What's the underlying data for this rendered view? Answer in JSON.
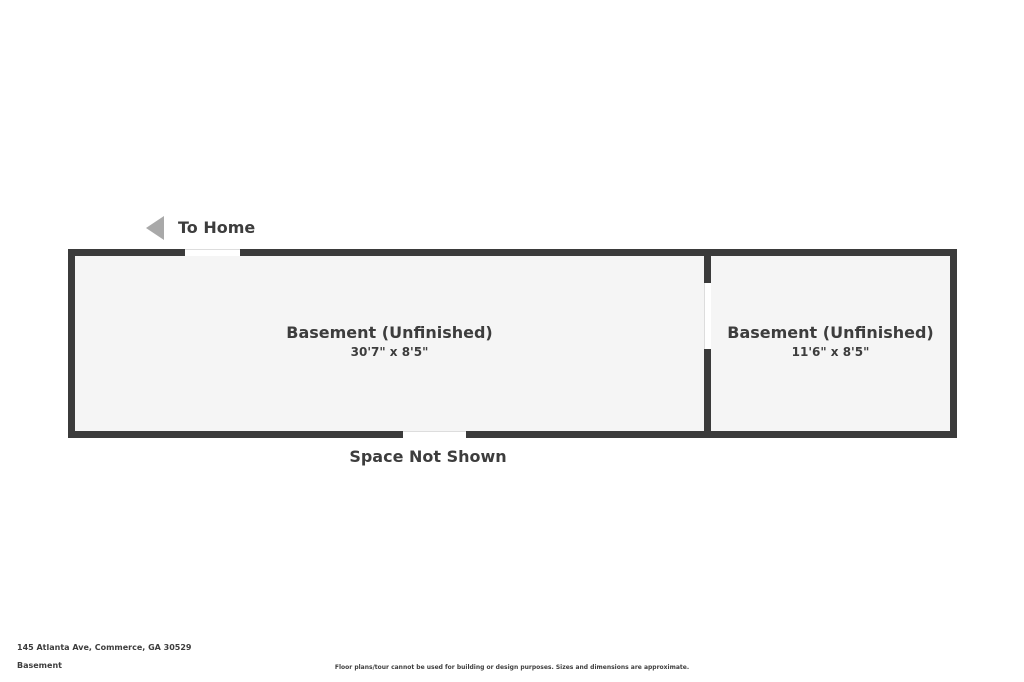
{
  "direction": {
    "label": "To Home",
    "icon": "left-arrow-icon",
    "color": "#a9a9a9"
  },
  "rooms": [
    {
      "name": "Basement (Unfinished)",
      "dimensions": "30'7\" x 8'5\""
    },
    {
      "name": "Basement (Unfinished)",
      "dimensions": "11'6\" x 8'5\""
    }
  ],
  "note": "Space Not Shown",
  "footer": {
    "address": "145 Atlanta Ave, Commerce, GA 30529",
    "level": "Basement",
    "disclaimer": "Floor plans/tour cannot be used for building or design purposes. Sizes and dimensions are approximate."
  },
  "colors": {
    "wall": "#3b3b3b",
    "floor": "#f5f5f5",
    "text": "#3d3d3d"
  }
}
